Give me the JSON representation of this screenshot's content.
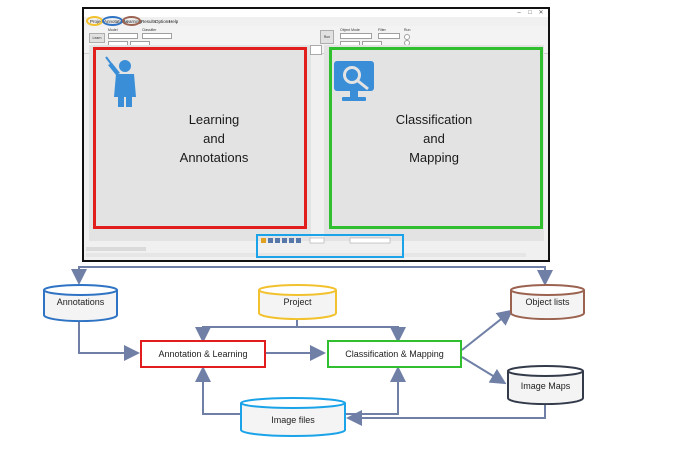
{
  "window": {
    "title": "",
    "minimize_glyph": "–",
    "maximize_glyph": "□",
    "close_glyph": "✕"
  },
  "menu": [
    {
      "label": "Project",
      "ring_color": "#f2c12e"
    },
    {
      "label": "Annotations",
      "ring_color": "#2f73c4"
    },
    {
      "label": "Learning",
      "ring_color": "#9b6250"
    },
    {
      "label": "Results"
    },
    {
      "label": "Options"
    },
    {
      "label": "Help"
    }
  ],
  "toolbar": {
    "left_button": "Learn",
    "right_button": "Run",
    "labels": [
      "Model",
      "Classifier",
      "Object Mode",
      "Filter",
      "Run"
    ]
  },
  "panels": {
    "learning": {
      "text": "Learning\nand\nAnnotations",
      "border_color": "#e11d1d",
      "icon": "teacher-icon",
      "icon_color": "#3a8ed8"
    },
    "classification": {
      "text": "Classification\nand\nMapping",
      "border_color": "#2fbf2f",
      "icon": "magnifier-monitor-icon",
      "icon_color": "#3a8ed8"
    }
  },
  "bottom_toolbar": {
    "border_color": "#1aa3e8",
    "icon": "image-toolbar-icon"
  },
  "flow": {
    "nodes": {
      "annotations": {
        "label": "Annotations",
        "shape": "cylinder",
        "color": "#2f73c4"
      },
      "project": {
        "label": "Project",
        "shape": "cylinder",
        "color": "#f2c12e"
      },
      "object_lists": {
        "label": "Object lists",
        "shape": "cylinder",
        "color": "#9b6250"
      },
      "annotation_learning": {
        "label": "Annotation & Learning",
        "shape": "box",
        "color": "#e11d1d"
      },
      "classification_mapping": {
        "label": "Classification & Mapping",
        "shape": "box",
        "color": "#2fbf2f"
      },
      "image_maps": {
        "label": "Image Maps",
        "shape": "cylinder",
        "color": "#333a4a"
      },
      "image_files": {
        "label": "Image files",
        "shape": "cylinder",
        "color": "#1aa3e8"
      }
    },
    "arrow_color": "#6f7fa6"
  }
}
